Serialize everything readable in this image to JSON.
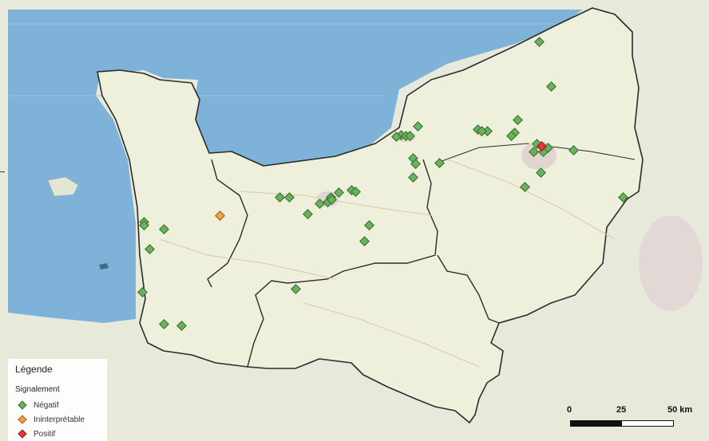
{
  "map": {
    "type": "reporting-map",
    "sea_color": "#7fb2d8",
    "land_color": "#eef0dc",
    "outside_color": "#e7eadb",
    "border_color": "#2b2b2b"
  },
  "legend": {
    "title": "Légende",
    "subtitle": "Signalement",
    "items": [
      {
        "key": "neg",
        "label": "Négatif",
        "color": "#6cb25a"
      },
      {
        "key": "int",
        "label": "Ininterprétable",
        "color": "#f0a040"
      },
      {
        "key": "pos",
        "label": "Positif",
        "color": "#e23a3a"
      }
    ]
  },
  "scale_bar": {
    "labels": [
      "0",
      "25",
      "50 km"
    ]
  },
  "markers": {
    "counts": {
      "negatif": 45,
      "ininterpretable": 1,
      "positif": 1
    }
  }
}
